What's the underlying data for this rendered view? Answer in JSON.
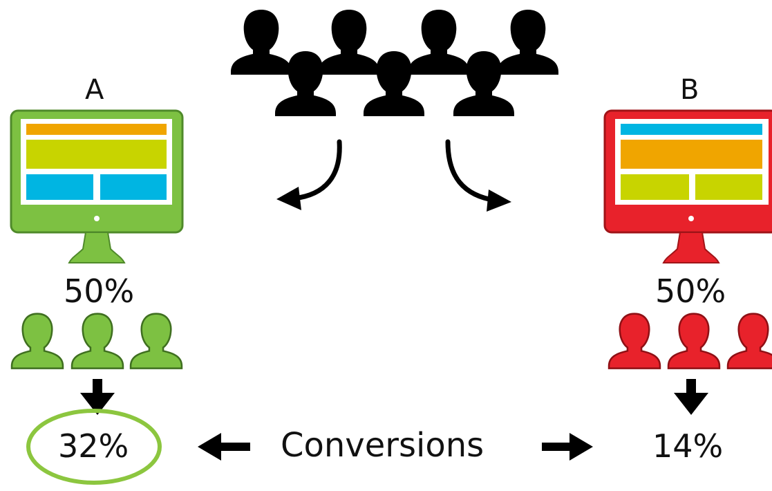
{
  "variants": {
    "a": {
      "label": "A",
      "traffic_share": "50%",
      "conversion_rate": "32%",
      "color": "#7dc142",
      "stroke": "#4f8a2a",
      "screen_blocks": [
        "#f0a500",
        "#c8d400",
        "#00b5e2",
        "#00b5e2"
      ],
      "highlighted_as_winner": true
    },
    "b": {
      "label": "B",
      "traffic_share": "50%",
      "conversion_rate": "14%",
      "color": "#e8222b",
      "stroke": "#a01418",
      "screen_blocks": [
        "#00b5e2",
        "#f0a500",
        "#c8d400",
        "#c8d400"
      ]
    }
  },
  "center_label": "Conversions",
  "colors": {
    "crowd": "#000000",
    "winner_circle": "#8cc63f",
    "arrows": "#000000"
  },
  "icons": {
    "crowd": "person-silhouette-icon",
    "variant_users": "person-outline-icon",
    "screen": "monitor-icon"
  }
}
